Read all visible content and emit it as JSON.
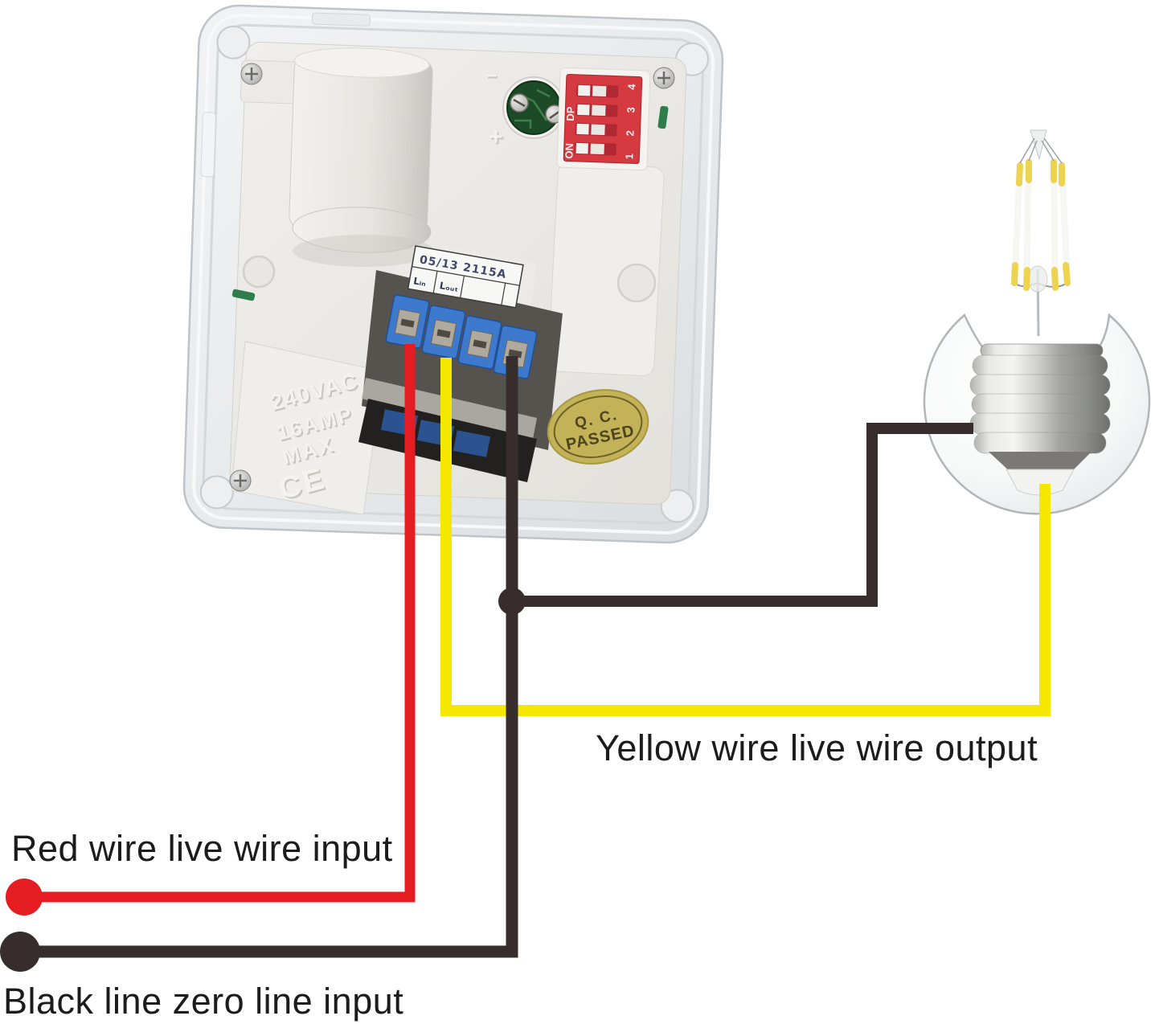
{
  "scene": {
    "background": "#ffffff"
  },
  "annotations": {
    "yellow_output": "Yellow wire live wire output",
    "red_input": "Red wire live wire input",
    "black_input": "Black line zero line input"
  },
  "wire_colors": {
    "red": "#e51d23",
    "yellow": "#f5e800",
    "black": "#372d2d"
  },
  "device": {
    "dip_switch": {
      "dp": "DP",
      "on": "ON",
      "positions": "1 2 3 4"
    },
    "polarity": {
      "minus": "−",
      "plus": "+"
    },
    "ratings": [
      "240VAC",
      "16AMP",
      "MAX"
    ],
    "ce_mark": "CE",
    "qc_sticker": {
      "line1": "Q. C.",
      "line2": "PASSED"
    },
    "sticker": {
      "code": "05/13  2115A",
      "terminals": [
        "Lᵢₙ",
        "Lₒᵤₜ",
        "",
        ""
      ]
    }
  }
}
